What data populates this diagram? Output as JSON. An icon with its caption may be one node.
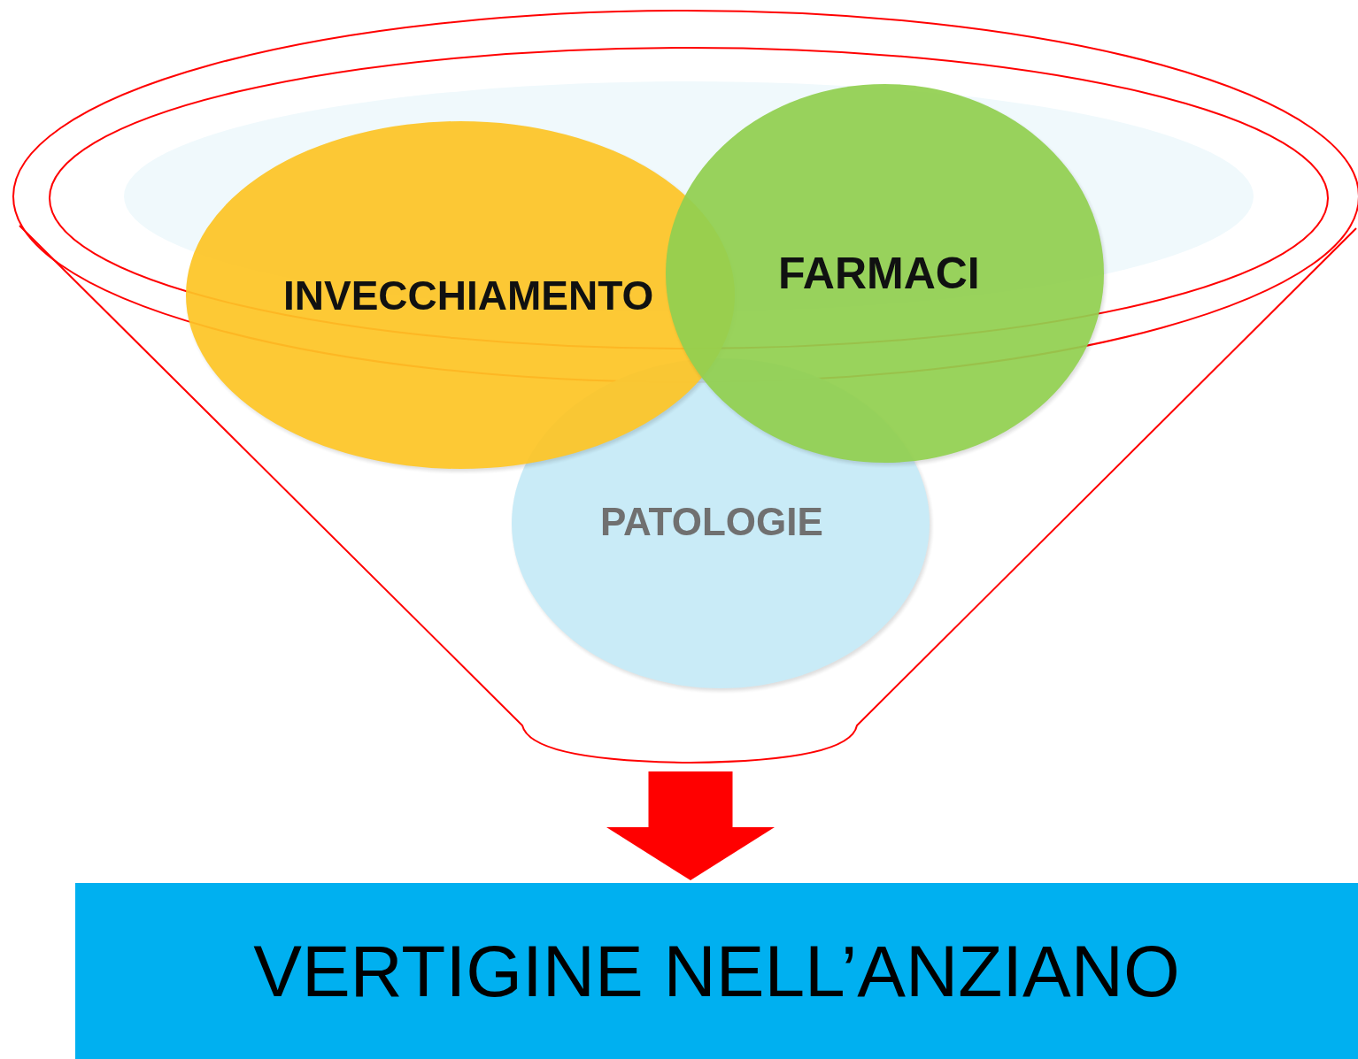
{
  "diagram": {
    "nodes": [
      {
        "text": [],
        "shape": "funnel"
      },
      {
        "text": [
          "INVECCHIAMENTO"
        ],
        "in": 0
      },
      {
        "text": [
          "FARMACI"
        ],
        "in": 0
      },
      {
        "text": [
          "PATOLOGIE"
        ],
        "in": 0
      },
      {
        "text": [
          "VERTIGINE NELL’ANZIANO"
        ]
      }
    ],
    "edges": [
      {
        "from": 0,
        "to": 4,
        "arrow": "to",
        "color": "#ff0000"
      }
    ]
  }
}
